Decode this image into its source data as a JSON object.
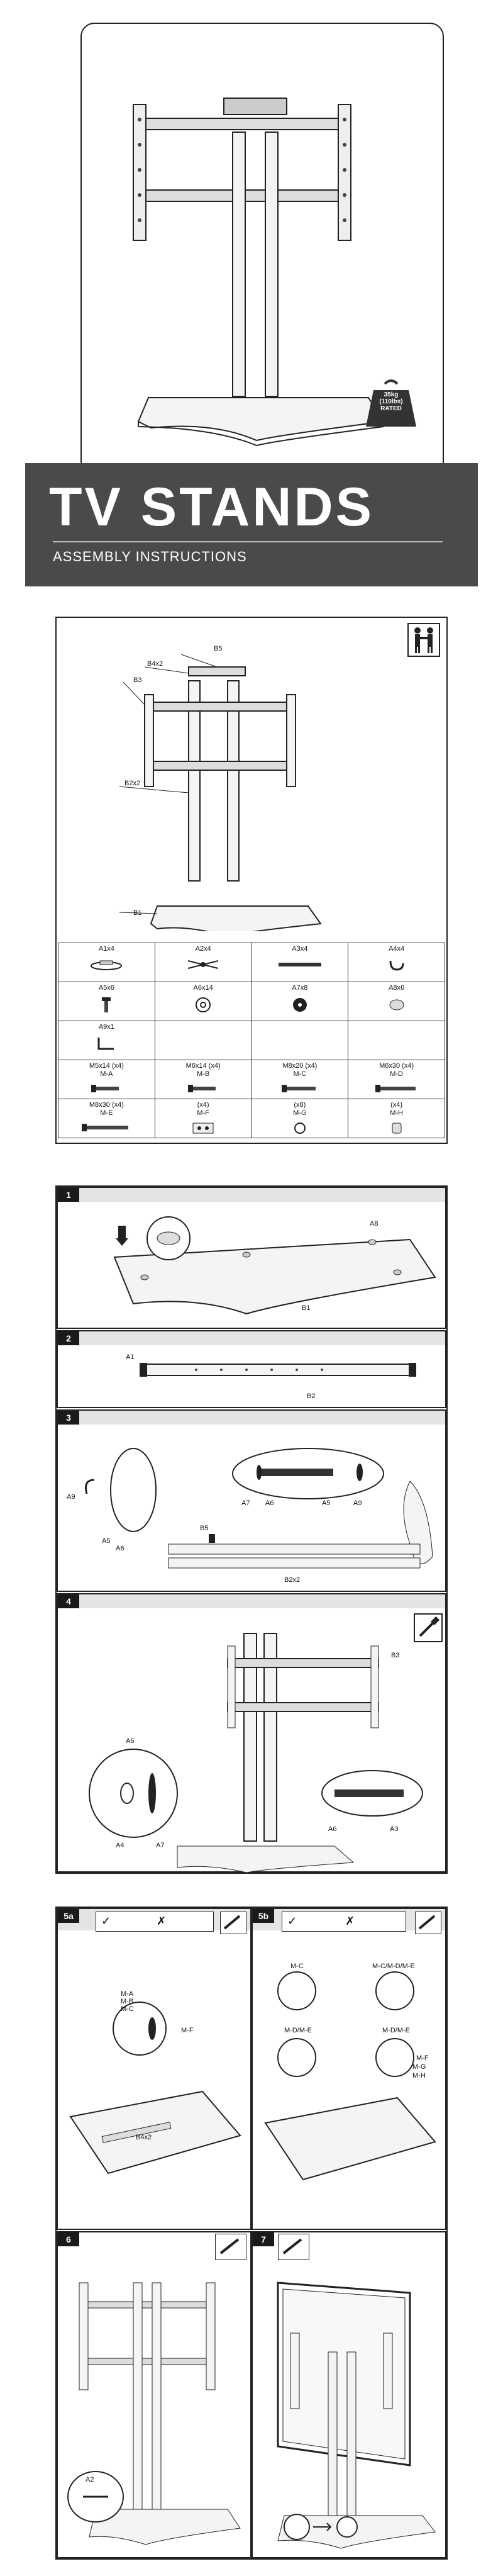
{
  "cover": {
    "title": "TV STANDS",
    "subtitle": "ASSEMBLY INSTRUCTIONS",
    "weight_badge": [
      "35kg",
      "(110lbs)",
      "RATED"
    ]
  },
  "overview": {
    "labels": {
      "b5": "B5",
      "b4": "B4x2",
      "b3": "B3",
      "b2": "B2x2",
      "b1": "B1"
    }
  },
  "parts": {
    "row1": [
      "A1x4",
      "A2x4",
      "A3x4",
      "A4x4"
    ],
    "row2": [
      "A5x6",
      "A6x14",
      "A7x8",
      "A8x6"
    ],
    "row3": [
      "A9x1"
    ],
    "row4": [
      [
        "M5x14 (x4)",
        "M-A"
      ],
      [
        "M6x14 (x4)",
        "M-B"
      ],
      [
        "M8x20 (x4)",
        "M-C"
      ],
      [
        "M6x30 (x4)",
        "M-D"
      ]
    ],
    "row5": [
      [
        "M8x30 (x4)",
        "M-E"
      ],
      [
        "(x4)",
        "M-F"
      ],
      [
        "(x8)",
        "M-G"
      ],
      [
        "(x4)",
        "M-H"
      ]
    ]
  },
  "steps": {
    "s1": {
      "num": "1",
      "labels": [
        "A8",
        "B1"
      ]
    },
    "s2": {
      "num": "2",
      "labels": [
        "A1",
        "B2"
      ]
    },
    "s3": {
      "num": "3",
      "labels": [
        "A9",
        "A5",
        "A6",
        "B5",
        "A7",
        "A6",
        "A5",
        "A9",
        "B2x2"
      ]
    },
    "s4": {
      "num": "4",
      "labels": [
        "B3",
        "A6",
        "A4",
        "A7",
        "A6",
        "A3"
      ]
    },
    "s5a": {
      "num": "5a",
      "labels": [
        "M-A",
        "M-B",
        "M-C",
        "M-F",
        "B4x2"
      ]
    },
    "s5b": {
      "num": "5b",
      "labels": [
        "M-C",
        "M-C/M-D/M-E",
        "M-D/M-E",
        "M-D/M-E",
        "M-F",
        "M-G",
        "M-H"
      ]
    },
    "s6": {
      "num": "6",
      "labels": [
        "A2"
      ]
    },
    "s7": {
      "num": "7"
    }
  }
}
